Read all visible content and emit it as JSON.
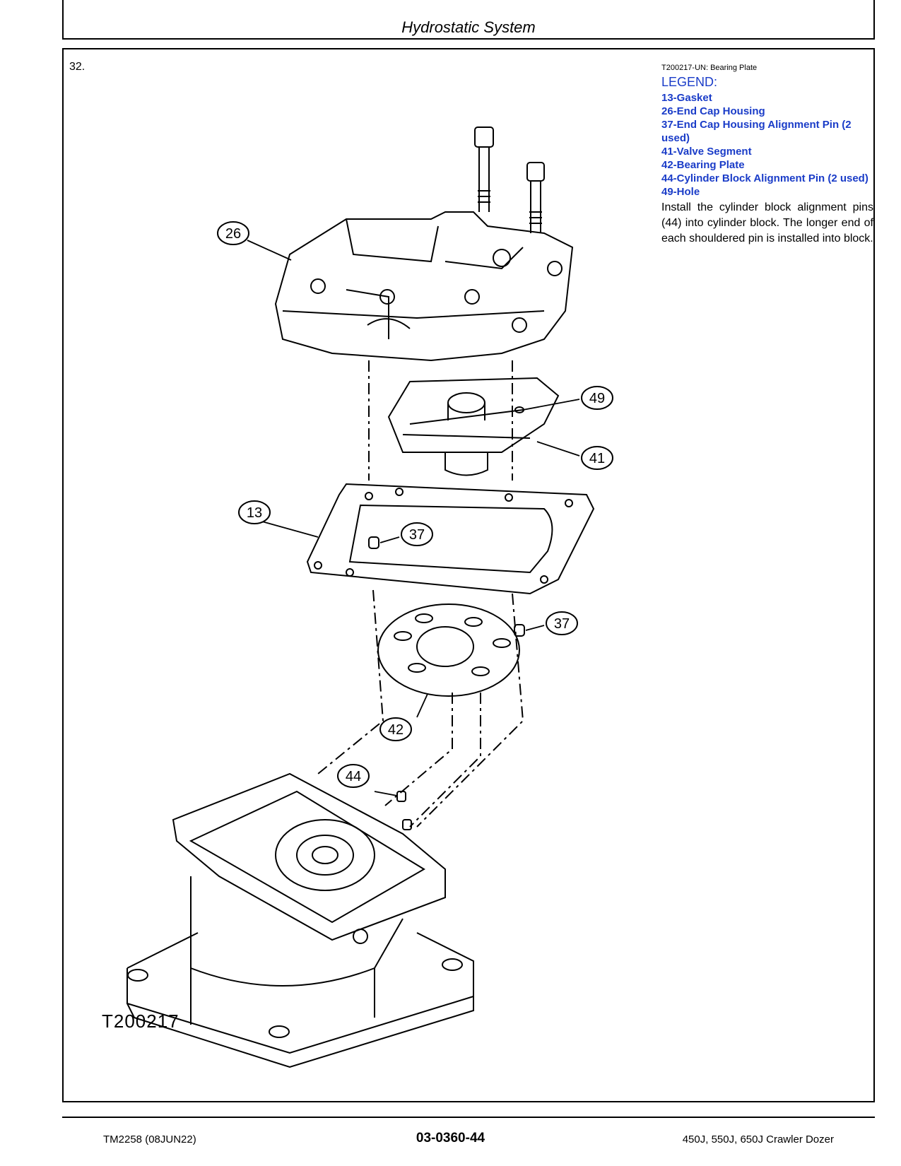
{
  "header": {
    "title": "Hydrostatic System"
  },
  "step": {
    "number": "32."
  },
  "figure": {
    "id": "T200217",
    "callouts": [
      "26",
      "49",
      "41",
      "13",
      "37",
      "37",
      "42",
      "44"
    ],
    "caption": "T200217-UN: Bearing Plate"
  },
  "legend": {
    "heading": "LEGEND:",
    "items": [
      "13-Gasket",
      "26-End Cap Housing",
      "37-End Cap Housing Alignment Pin (2 used)",
      "41-Valve Segment",
      "42-Bearing Plate",
      "44-Cylinder Block Alignment Pin (2 used)",
      "49-Hole"
    ]
  },
  "instruction": "Install the cylinder block alignment pins (44) into cylinder block. The longer end of each shouldered pin is installed into block.",
  "footer": {
    "left": "TM2258 (08JUN22)",
    "center": "03-0360-44",
    "right": "450J, 550J, 650J Crawler Dozer"
  }
}
